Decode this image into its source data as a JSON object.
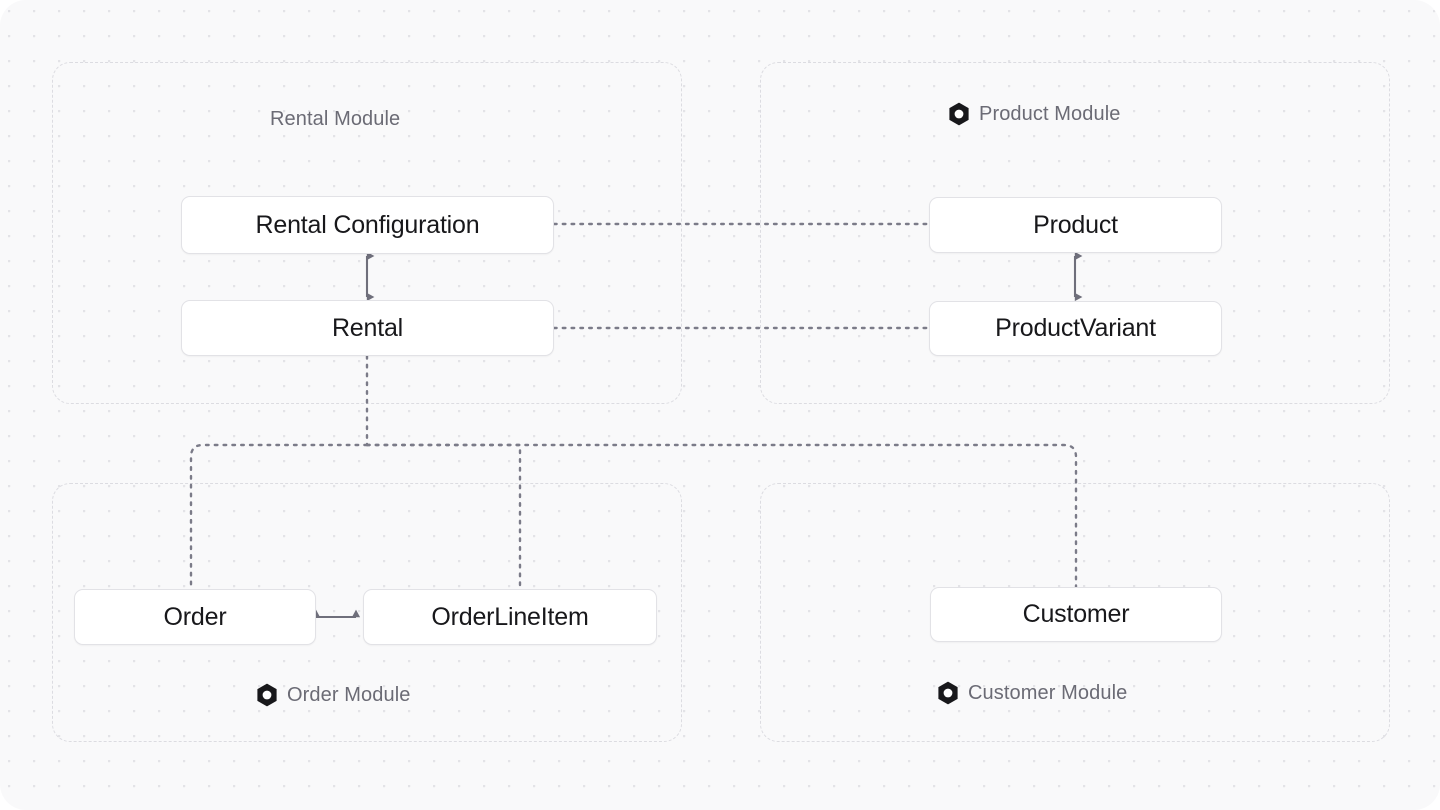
{
  "diagram": {
    "type": "module-relationship-diagram",
    "background": "#f9f9fa",
    "accent_dark": "#18181b",
    "label_color": "#6b6b75",
    "box_border_color": "#e2e2e6",
    "group_border_color": "#dcdce1",
    "modules": [
      {
        "id": "rental",
        "label": "Rental Module",
        "has_icon": false,
        "label_position": "top",
        "entities": [
          "Rental Configuration",
          "Rental"
        ]
      },
      {
        "id": "product",
        "label": "Product Module",
        "has_icon": true,
        "icon": "hexagon-module-icon",
        "label_position": "top",
        "entities": [
          "Product",
          "ProductVariant"
        ]
      },
      {
        "id": "order",
        "label": "Order Module",
        "has_icon": true,
        "icon": "hexagon-module-icon",
        "label_position": "bottom",
        "entities": [
          "Order",
          "OrderLineItem"
        ]
      },
      {
        "id": "customer",
        "label": "Customer Module",
        "has_icon": true,
        "icon": "hexagon-module-icon",
        "label_position": "bottom",
        "entities": [
          "Customer"
        ]
      }
    ],
    "entities": {
      "rental_configuration": "Rental Configuration",
      "rental": "Rental",
      "product": "Product",
      "product_variant": "ProductVariant",
      "order": "Order",
      "order_line_item": "OrderLineItem",
      "customer": "Customer"
    },
    "links": [
      {
        "from": "Rental Configuration",
        "to": "Product",
        "style": "dotted",
        "arrows": "none"
      },
      {
        "from": "Rental",
        "to": "ProductVariant",
        "style": "dotted",
        "arrows": "none"
      },
      {
        "from": "Rental Configuration",
        "to": "Rental",
        "style": "solid",
        "arrows": "both"
      },
      {
        "from": "Product",
        "to": "ProductVariant",
        "style": "solid",
        "arrows": "both"
      },
      {
        "from": "Order",
        "to": "OrderLineItem",
        "style": "solid",
        "arrows": "both"
      },
      {
        "from": "Rental",
        "to": "Order",
        "style": "dotted",
        "arrows": "none"
      },
      {
        "from": "Rental",
        "to": "OrderLineItem",
        "style": "dotted",
        "arrows": "none"
      },
      {
        "from": "Rental",
        "to": "Customer",
        "style": "dotted",
        "arrows": "none"
      }
    ]
  }
}
